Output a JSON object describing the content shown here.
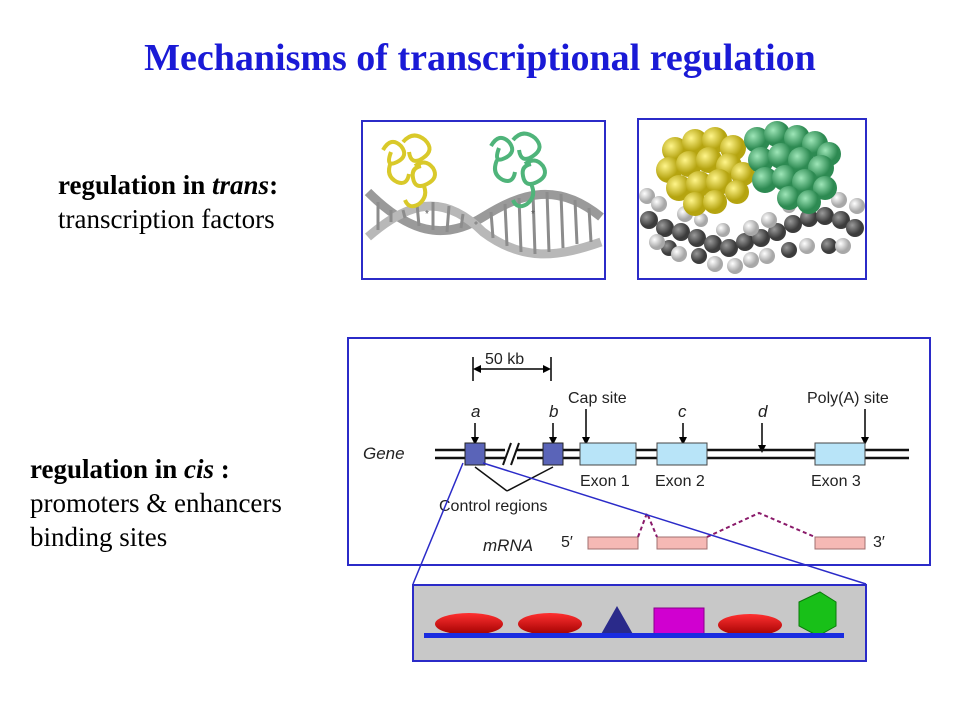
{
  "title": "Mechanisms of transcriptional regulation",
  "trans": {
    "heading_prefix": "regulation in ",
    "heading_italic": "trans",
    "heading_suffix": ":",
    "line2": "transcription factors"
  },
  "cis": {
    "heading_prefix": "regulation in ",
    "heading_italic": "cis",
    "heading_suffix": " :",
    "line2": "promoters & enhancers",
    "line3": "binding sites"
  },
  "gene_diagram": {
    "scale": "50 kb",
    "label_a": "a",
    "label_b": "b",
    "label_c": "c",
    "label_d": "d",
    "cap_site": "Cap site",
    "polya_site": "Poly(A) site",
    "gene": "Gene",
    "exon1": "Exon 1",
    "exon2": "Exon 2",
    "exon3": "Exon 3",
    "control_regions": "Control regions",
    "mrna": "mRNA",
    "five_prime": "5′",
    "three_prime": "3′"
  },
  "colors": {
    "title": "#1a1ad6",
    "frame": "#2b2bc8",
    "protein_a": "#d9c92a",
    "protein_b": "#4fb47a",
    "exon": "#b8e4f8",
    "control_region": "#5a64b8",
    "mrna": "#f6b9b5",
    "splice": "#8a1a6a",
    "binding_bar": "#1a2ce0",
    "oval": "#e00000",
    "triangle": "#2a2a8a",
    "square": "#d000d0",
    "hexagon": "#18c018"
  }
}
